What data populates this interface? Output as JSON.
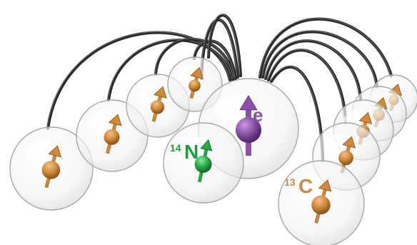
{
  "labels": {
    "electron": "e",
    "nitrogen_mass": "14",
    "nitrogen_symbol": "N",
    "carbon_mass": "13",
    "carbon_symbol": "C"
  },
  "colors": {
    "electron": "#8a4fa8",
    "electron_dark": "#5e2e7a",
    "nitrogen": "#27a844",
    "nitrogen_text": "#1f9a3c",
    "carbon": "#d08a3a",
    "carbon_dark": "#8a5218",
    "carbon_text": "#c98a47",
    "couplings": "#2b2b2b",
    "bubble_edge": "#a8a8a8"
  },
  "icons": {
    "electron": "spin-up-arrow-icon",
    "nitrogen": "spin-up-arrow-icon",
    "carbon": "spin-up-arrow-icon"
  }
}
